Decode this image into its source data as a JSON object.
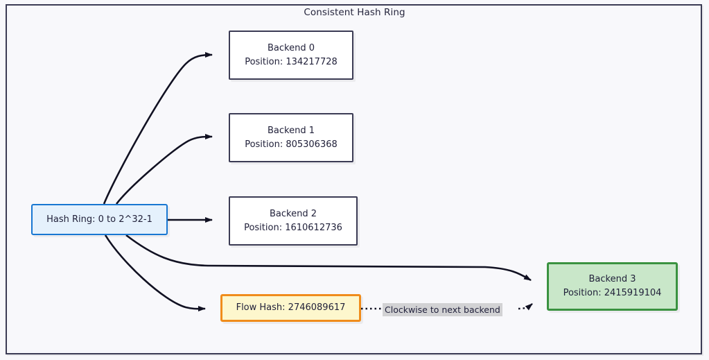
{
  "diagram": {
    "type": "flowchart",
    "title": "Consistent Hash Ring",
    "background_color": "#f8f8fb",
    "container_border_color": "#3b3b54"
  },
  "nodes": {
    "hash_ring": {
      "id": "hash-ring",
      "label": "Hash Ring: 0 to 2^32-1",
      "style": "ring",
      "fill_color": "#e5f1fc",
      "border_color": "#1877d2"
    },
    "backend0": {
      "id": "backend-0",
      "line1": "Backend 0",
      "line2": "Position: 134217728",
      "style": "default",
      "fill_color": "#ffffff",
      "border_color": "#3b3b54"
    },
    "backend1": {
      "id": "backend-1",
      "line1": "Backend 1",
      "line2": "Position: 805306368",
      "style": "default",
      "fill_color": "#ffffff",
      "border_color": "#3b3b54"
    },
    "backend2": {
      "id": "backend-2",
      "line1": "Backend 2",
      "line2": "Position: 1610612736",
      "style": "default",
      "fill_color": "#ffffff",
      "border_color": "#3b3b54"
    },
    "backend3": {
      "id": "backend-3",
      "line1": "Backend 3",
      "line2": "Position: 2415919104",
      "style": "target-highlight",
      "fill_color": "#c9e7c9",
      "border_color": "#3a9240"
    },
    "flow_hash": {
      "id": "flow-hash",
      "label": "Flow Hash: 2746089617",
      "style": "flow-highlight",
      "fill_color": "#fdf7cd",
      "border_color": "#f08c1b"
    }
  },
  "edges": [
    {
      "id": "ring-to-backend0",
      "from": "hash_ring",
      "to": "backend0",
      "style": "solid",
      "label": ""
    },
    {
      "id": "ring-to-backend1",
      "from": "hash_ring",
      "to": "backend1",
      "style": "solid",
      "label": ""
    },
    {
      "id": "ring-to-backend2",
      "from": "hash_ring",
      "to": "backend2",
      "style": "solid",
      "label": ""
    },
    {
      "id": "ring-to-backend3",
      "from": "hash_ring",
      "to": "backend3",
      "style": "solid",
      "label": ""
    },
    {
      "id": "ring-to-flowhash",
      "from": "hash_ring",
      "to": "flow_hash",
      "style": "solid",
      "label": ""
    },
    {
      "id": "flowhash-to-backend3",
      "from": "flow_hash",
      "to": "backend3",
      "style": "dotted",
      "label": "Clockwise to next backend"
    }
  ]
}
